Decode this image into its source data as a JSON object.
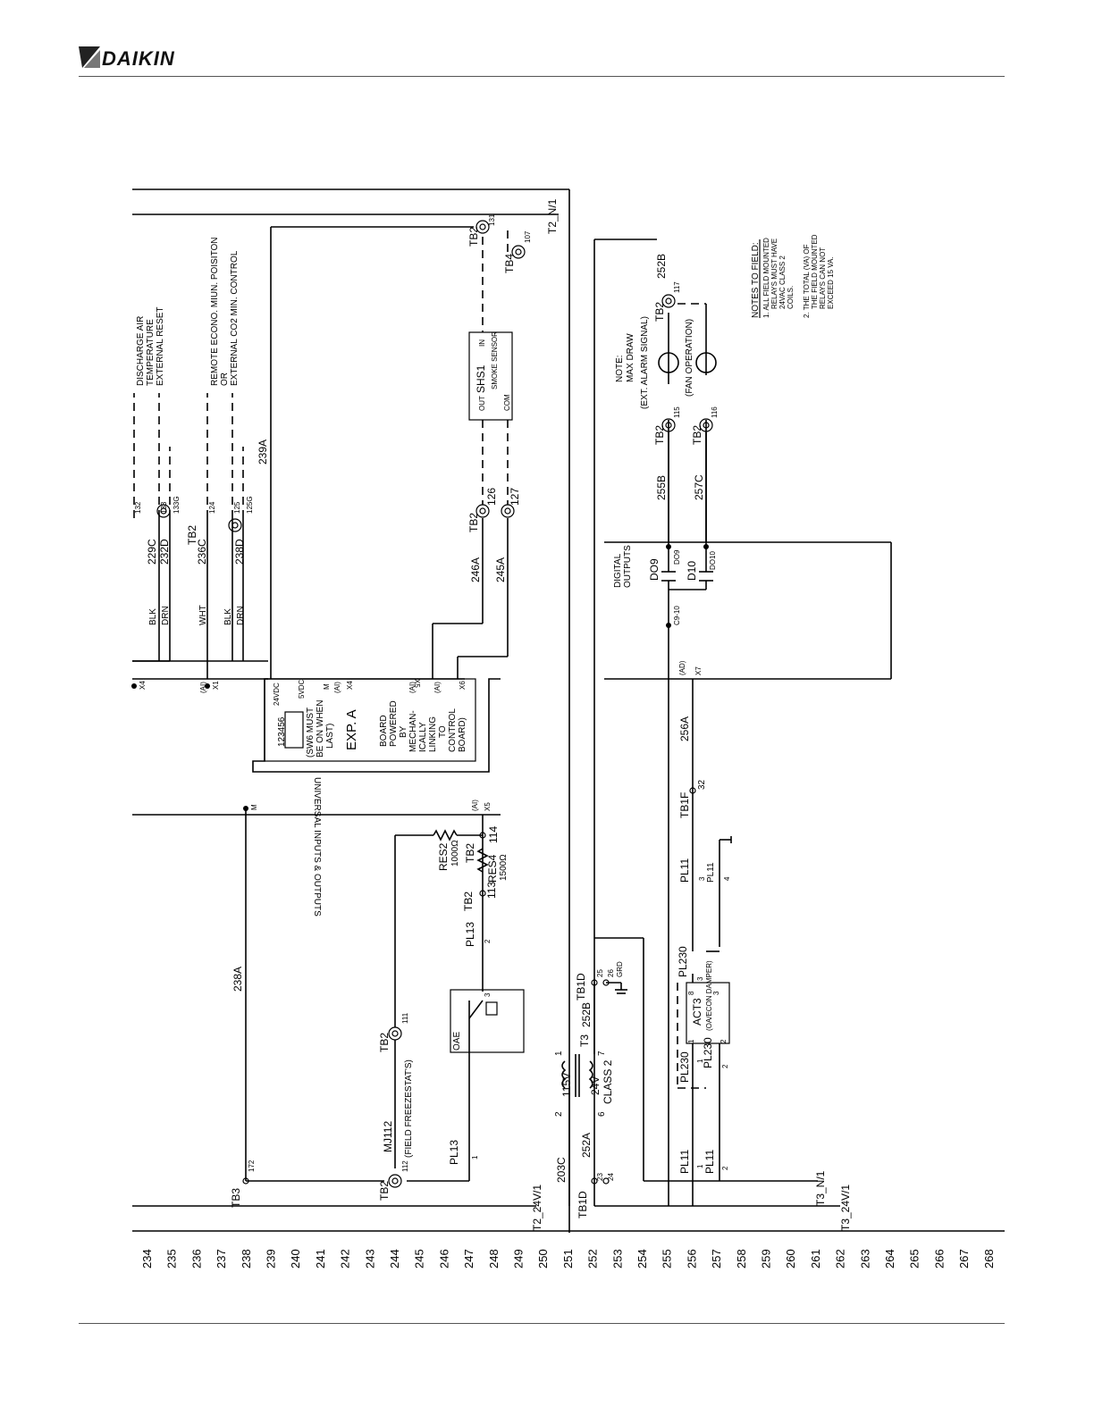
{
  "header": {
    "brand": "DAIKIN"
  },
  "line_numbers": [
    "234",
    "235",
    "236",
    "237",
    "238",
    "239",
    "240",
    "241",
    "242",
    "243",
    "244",
    "245",
    "246",
    "247",
    "248",
    "249",
    "250",
    "251",
    "252",
    "253",
    "254",
    "255",
    "256",
    "257",
    "258",
    "259",
    "260",
    "261",
    "262",
    "263",
    "264",
    "265",
    "266",
    "267",
    "268"
  ],
  "rails": {
    "t2_n1": "T2_N/1",
    "t2_24v": "T2_24V/1",
    "t3_n1": "T3_N/1",
    "t3_24v": "T3_24V/1"
  },
  "terminals": {
    "tb2": "TB2",
    "tb3": "TB3",
    "tb4": "TB4",
    "tb1d": "TB1D",
    "tb1f": "TB1F",
    "n131": "131",
    "n107": "107",
    "n132": "132",
    "n133": "133",
    "n133g": "133G",
    "n124": "124",
    "n125": "125",
    "n125g": "125G",
    "n126": "126",
    "n127": "127",
    "n115": "115",
    "n116": "116",
    "n117": "117",
    "n111": "111",
    "n112": "112",
    "n113": "113",
    "n114": "114",
    "n172": "172",
    "n23": "23",
    "n24": "24",
    "n25": "25",
    "n26": "26",
    "grd": "GRD",
    "n32": "32"
  },
  "wires": {
    "w229c": "229C",
    "w232d": "232D",
    "w236c": "236C",
    "w238d": "238D",
    "w239a": "239A",
    "w246a": "246A",
    "w245a": "245A",
    "w255b": "255B",
    "w257c": "257C",
    "w252b_top": "252B",
    "w252b": "252B",
    "w252a": "252A",
    "w203c": "203C",
    "w238a": "238A",
    "w256a": "256A",
    "blk": "BLK",
    "drn": "DRN",
    "wht": "WHT"
  },
  "sensor_groups": {
    "discharge_air": [
      "DISCHARGE AIR",
      "TEMPERATURE",
      "EXTERNAL RESET"
    ],
    "remote_econo": [
      "REMOTE ECONO. MIUN. POISITON",
      "OR",
      "EXTERNAL CO2 MIN. CONTROL"
    ]
  },
  "exp_board": {
    "switch_positions": "123456",
    "sw6_note": [
      "(SW6 MUST",
      "BE ON WHEN",
      "LAST)"
    ],
    "name": "EXP. A",
    "powered_note": [
      "BOARD",
      "POWERED",
      "BY",
      "MECHAN-",
      "ICALLY",
      "LINKING",
      "TO",
      "CONTROL",
      "BOARD)"
    ],
    "caption": "UNIVERSAL INPUTS & OUTPUTS",
    "pins": [
      "24VDC",
      "5VDC",
      "M",
      "(AI)",
      "X4",
      "(AI)",
      "X5",
      "(AI)",
      "X6",
      "(AI)",
      "X4",
      "(AI)",
      "X1",
      "M",
      "(AI)",
      "X5",
      "(AD)",
      "X7"
    ]
  },
  "shs1": {
    "label": "SHS1",
    "pins": [
      "OUT",
      "IN",
      "COM"
    ],
    "sub": "SMOKE SENSOR"
  },
  "digital_outputs": {
    "title": [
      "DIGITAL",
      "OUTPUTS"
    ],
    "do9": "DO9",
    "do10": "D10",
    "pin9": "DO9",
    "pin10": "DO10",
    "common": "C9-10"
  },
  "loads": {
    "note": [
      "NOTE:",
      "MAX DRAW"
    ],
    "alarm": "(EXT. ALARM SIGNAL)",
    "fan": "(FAN OPERATION)"
  },
  "notes_to_field": {
    "title": "NOTES TO FIELD:",
    "items": [
      "1. ALL FIELD MOUNTED",
      "RELAYS MUST HAVE",
      "24VAC CLASS 2",
      "COILS.",
      "2. THE TOTAL (VA) OF",
      "THE FIELD MOUNTED",
      "RELAYS CAN NOT",
      "EXCEED 15 VA."
    ]
  },
  "resistors": {
    "res2": "RES2",
    "res2_val": "1000Ω",
    "res4": "RES4",
    "res4_val": "1500Ω"
  },
  "components": {
    "oae": "OAE",
    "mj112": "MJ112",
    "field_freezestats": "(FIELD FREEZESTAT'S)",
    "transformer": {
      "name": "T3",
      "primary": "115V",
      "secondary": "24V",
      "class": "CLASS 2",
      "p1": "1",
      "p2": "2",
      "s6": "6",
      "s7": "7"
    },
    "act3": {
      "name": "ACT3",
      "desc": "(OA/ECON DAMPER)",
      "pins": [
        "1",
        "2",
        "3",
        "8"
      ]
    },
    "plugs": {
      "pl13": "PL13",
      "pl11": "PL11",
      "pl230": "PL230",
      "p1": "1",
      "p2": "2",
      "p3": "3",
      "p4": "4"
    }
  }
}
